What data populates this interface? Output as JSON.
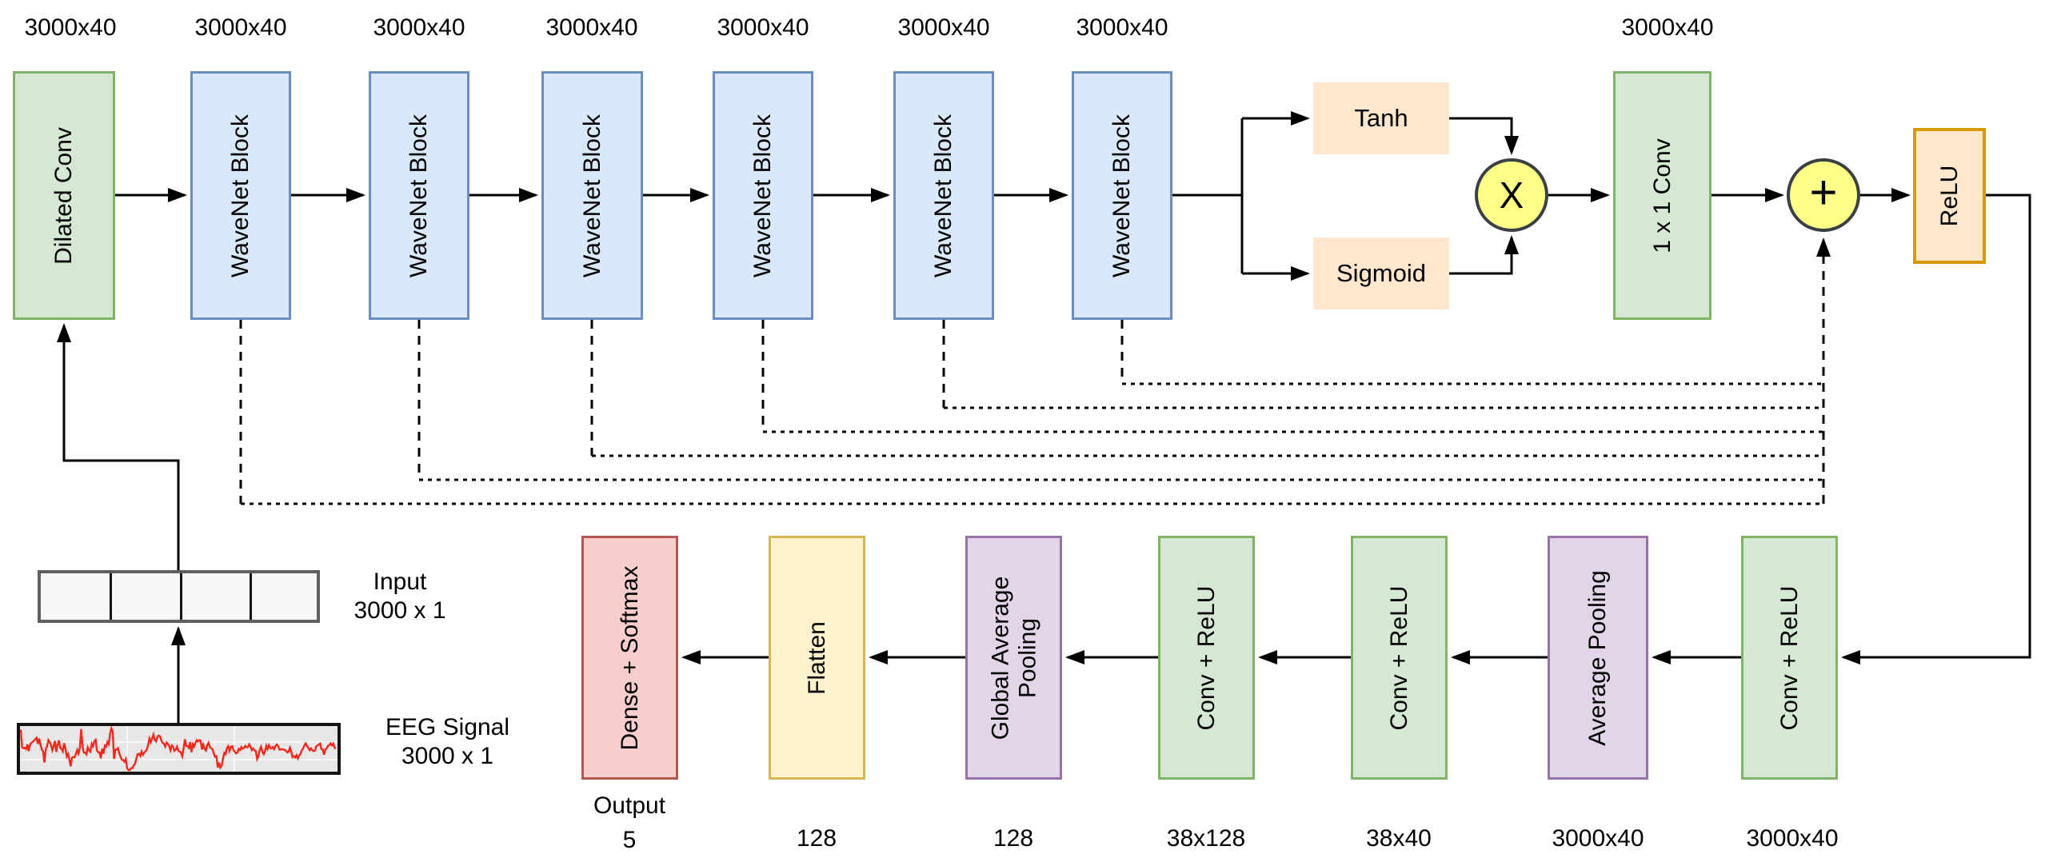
{
  "colors": {
    "green_fill": "#d5e8d4",
    "green_stroke": "#82b366",
    "blue_fill": "#dae8fc",
    "blue_stroke": "#6c8ebf",
    "orange_fill": "#ffe6cc",
    "orange_stroke": "#d79b00",
    "yellow_fill": "#fff2cc",
    "yellow_stroke": "#d6b656",
    "purple_fill": "#e1d5e7",
    "purple_stroke": "#9673a6",
    "red_fill": "#f8cecc",
    "red_stroke": "#b85450",
    "circle_fill": "#feff87",
    "circle_stroke": "#3b4045",
    "line": "#000000",
    "eeg_trace": "#f2281c"
  },
  "top_row": {
    "dilated_conv": {
      "label": "Dilated Conv",
      "dim": "3000x40"
    },
    "wavenet_blocks": [
      {
        "label": "WaveNet Block",
        "dim": "3000x40"
      },
      {
        "label": "WaveNet Block",
        "dim": "3000x40"
      },
      {
        "label": "WaveNet Block",
        "dim": "3000x40"
      },
      {
        "label": "WaveNet Block",
        "dim": "3000x40"
      },
      {
        "label": "WaveNet Block",
        "dim": "3000x40"
      },
      {
        "label": "WaveNet Block",
        "dim": "3000x40"
      }
    ],
    "tanh_label": "Tanh",
    "sigmoid_label": "Sigmoid",
    "multiply_symbol": "X",
    "add_symbol": "+",
    "conv1x1": {
      "label": "1 x 1 Conv",
      "dim": "3000x40"
    },
    "relu_label": "ReLU"
  },
  "input_stage": {
    "input_label": "Input",
    "input_dim": "3000 x 1",
    "eeg_label": "EEG Signal",
    "eeg_dim": "3000 x 1"
  },
  "bottom_row": {
    "blocks": [
      {
        "label": "Dense + Softmax",
        "dim_line1": "Output",
        "dim_line2": "5"
      },
      {
        "label": "Flatten",
        "dim": "128"
      },
      {
        "label": "Global Average Pooling",
        "dim": "128"
      },
      {
        "label": "Conv + ReLU",
        "dim": "38x128"
      },
      {
        "label": "Conv + ReLU",
        "dim": "38x40"
      },
      {
        "label": "Average Pooling",
        "dim": "3000x40"
      },
      {
        "label": "Conv + ReLU",
        "dim": "3000x40"
      }
    ]
  }
}
